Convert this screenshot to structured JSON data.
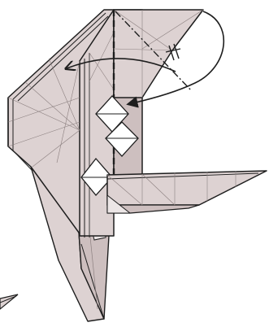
{
  "diagram": {
    "subject": "origami-folding-step",
    "colors": {
      "paper": "#ddd2d2",
      "paper_shadow": "#cdbfbf",
      "paper_light": "#ece6e6",
      "line": "#1e1e1e",
      "crease": "#8c8080",
      "background": "#ffffff"
    },
    "symbols": [
      {
        "kind": "valley-fold-line",
        "style": "dashed"
      },
      {
        "kind": "mountain-fold-line",
        "style": "dash-dot"
      },
      {
        "kind": "fold-over-arrow"
      },
      {
        "kind": "fold-behind-arrow"
      },
      {
        "kind": "repeat-tick-marks"
      }
    ]
  }
}
